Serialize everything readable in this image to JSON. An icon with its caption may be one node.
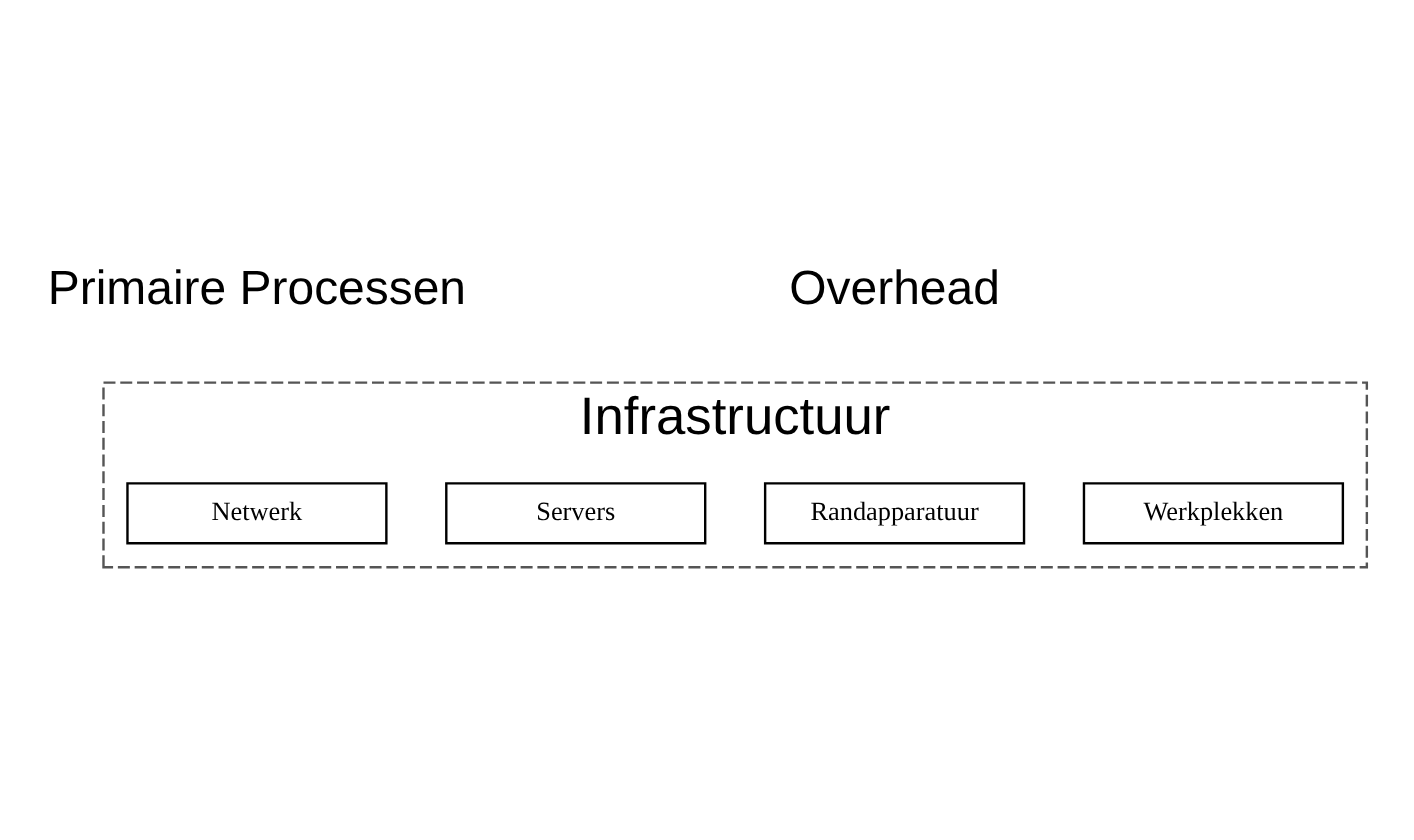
{
  "diagram": {
    "nodes": [
      {
        "text": [
          "Infrastructuur"
        ]
      },
      {
        "text": [
          "Werkplekken"
        ],
        "in": 0
      },
      {
        "text": [
          "Netwerk"
        ],
        "in": 0
      },
      {
        "text": [
          "Servers"
        ],
        "in": 0
      },
      {
        "text": [
          "Randapparatuur"
        ],
        "in": 0
      }
    ],
    "labels": [
      "Primaire Processen",
      "Overhead"
    ]
  }
}
